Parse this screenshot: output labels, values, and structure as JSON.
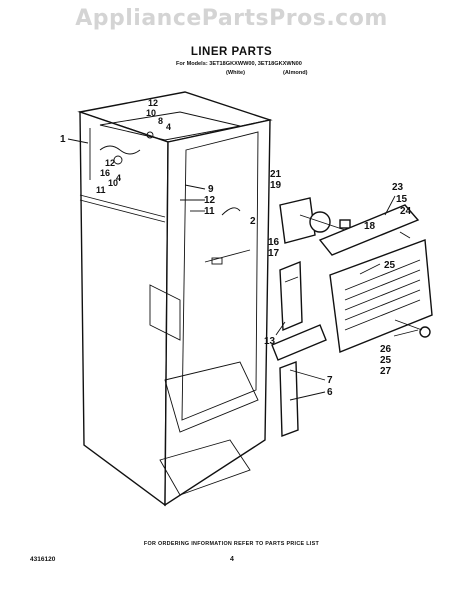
{
  "watermark": "AppliancePartsPros.com",
  "title": "LINER PARTS",
  "subtitle": "For Models: 3ET18GKXWW00, 3ET18GKXWN00",
  "variants": [
    "(White)",
    "(Almond)"
  ],
  "callouts": {
    "c1": "1",
    "left_group": [
      "12",
      "16",
      "10",
      "4",
      "11"
    ],
    "top_group": [
      "12",
      "10",
      "8",
      "4"
    ],
    "mid_group": [
      "9",
      "12",
      "11",
      "2"
    ],
    "shelf_group": [
      "13"
    ],
    "bracket_group": [
      "7",
      "6"
    ],
    "fan_group": [
      "21",
      "19",
      "18",
      "16",
      "17"
    ],
    "cover_group": [
      "23",
      "15",
      "24",
      "25",
      "26",
      "25",
      "27"
    ]
  },
  "footer": {
    "ordering_note": "FOR ORDERING INFORMATION REFER TO PARTS PRICE LIST",
    "doc_number": "4316120",
    "page": "4"
  }
}
